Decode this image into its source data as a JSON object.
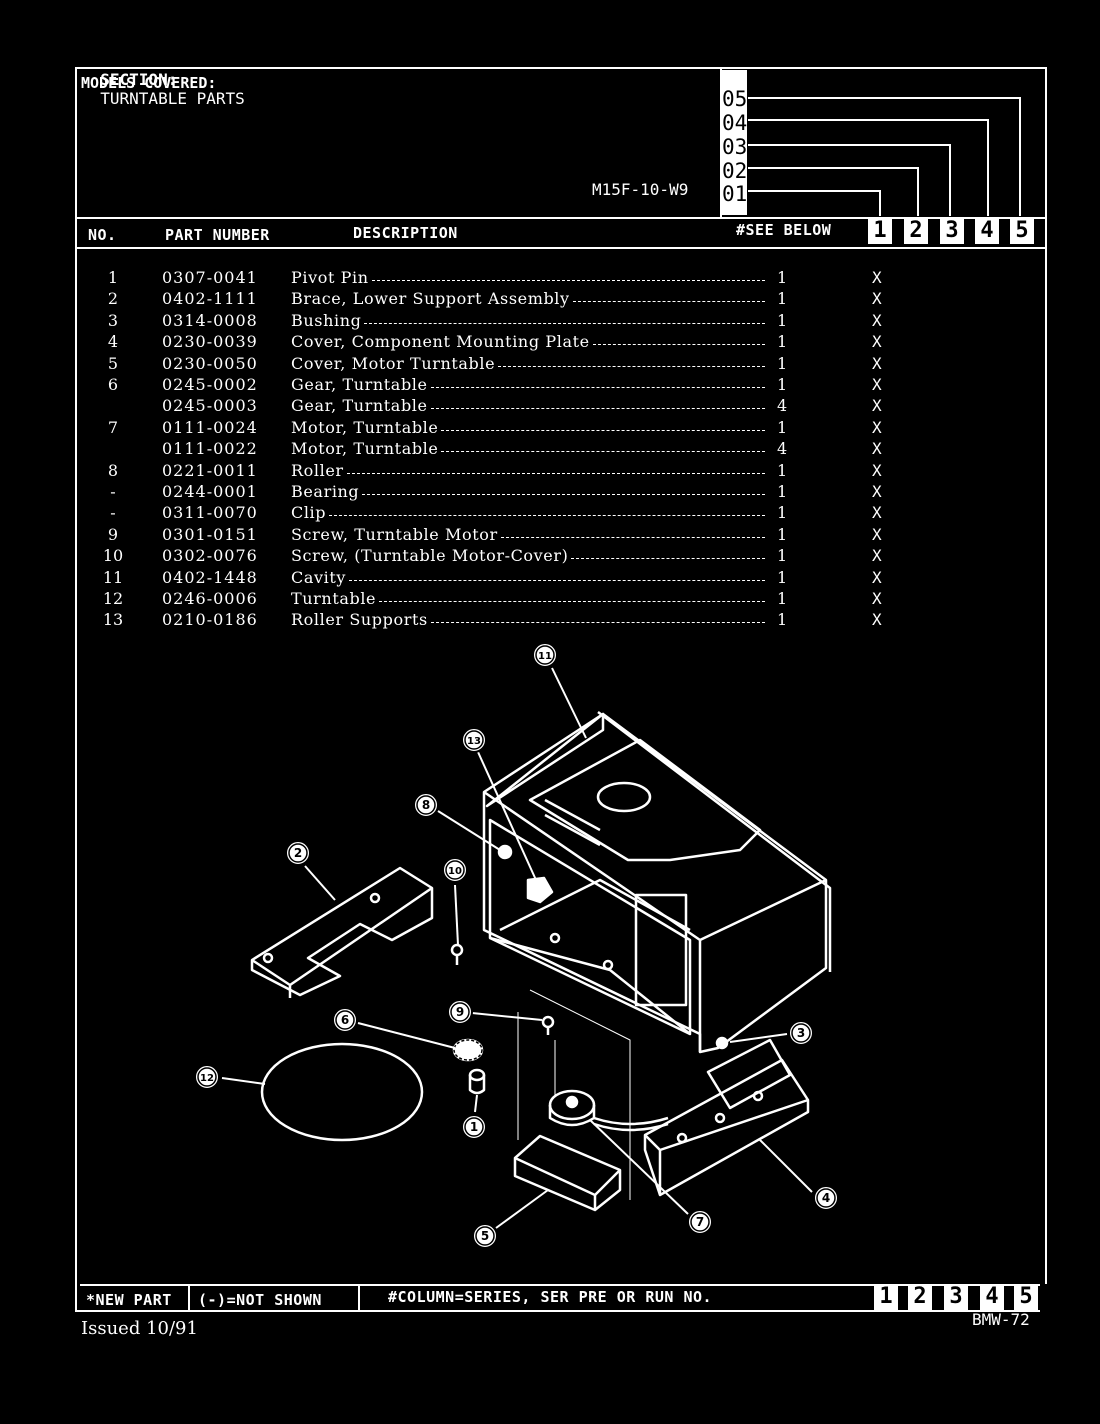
{
  "header": {
    "section_label": "SECTION:",
    "section_name": "TURNTABLE PARTS",
    "models_covered_label": "MODELS COVERED:",
    "model": "M15F-10-W9",
    "series_labels": [
      "05",
      "04",
      "03",
      "02",
      "01"
    ]
  },
  "columns": {
    "no": "NO.",
    "part_number": "PART NUMBER",
    "description": "DESCRIPTION",
    "see_below": "#SEE BELOW",
    "series": [
      "1",
      "2",
      "3",
      "4",
      "5"
    ]
  },
  "parts": [
    {
      "no": "1",
      "part_number": "0307-0041",
      "description": "Pivot Pin",
      "qty": "1",
      "mark": "X"
    },
    {
      "no": "2",
      "part_number": "0402-1111",
      "description": "Brace, Lower Support Assembly",
      "qty": "1",
      "mark": "X"
    },
    {
      "no": "3",
      "part_number": "0314-0008",
      "description": "Bushing",
      "qty": "1",
      "mark": "X"
    },
    {
      "no": "4",
      "part_number": "0230-0039",
      "description": "Cover, Component Mounting Plate",
      "qty": "1",
      "mark": "X"
    },
    {
      "no": "5",
      "part_number": "0230-0050",
      "description": "Cover, Motor Turntable",
      "qty": "1",
      "mark": "X"
    },
    {
      "no": "6",
      "part_number": "0245-0002",
      "description": "Gear, Turntable",
      "qty": "1",
      "mark": "X"
    },
    {
      "no": "",
      "part_number": "0245-0003",
      "description": "Gear, Turntable",
      "qty": "4",
      "mark": "X"
    },
    {
      "no": "7",
      "part_number": "0111-0024",
      "description": "Motor, Turntable",
      "qty": "1",
      "mark": "X"
    },
    {
      "no": "",
      "part_number": "0111-0022",
      "description": "Motor, Turntable",
      "qty": "4",
      "mark": "X"
    },
    {
      "no": "8",
      "part_number": "0221-0011",
      "description": "Roller",
      "qty": "1",
      "mark": "X"
    },
    {
      "no": "-",
      "part_number": "0244-0001",
      "description": "Bearing",
      "qty": "1",
      "mark": "X"
    },
    {
      "no": "-",
      "part_number": "0311-0070",
      "description": "Clip",
      "qty": "1",
      "mark": "X"
    },
    {
      "no": "9",
      "part_number": "0301-0151",
      "description": "Screw, Turntable Motor",
      "qty": "1",
      "mark": "X"
    },
    {
      "no": "10",
      "part_number": "0302-0076",
      "description": "Screw, (Turntable Motor-Cover)",
      "qty": "1",
      "mark": "X"
    },
    {
      "no": "11",
      "part_number": "0402-1448",
      "description": "Cavity",
      "qty": "1",
      "mark": "X"
    },
    {
      "no": "12",
      "part_number": "0246-0006",
      "description": "Turntable",
      "qty": "1",
      "mark": "X"
    },
    {
      "no": "13",
      "part_number": "0210-0186",
      "description": "Roller Supports",
      "qty": "1",
      "mark": "X"
    }
  ],
  "diagram": {
    "callouts": [
      "11",
      "13",
      "8",
      "2",
      "10",
      "6",
      "9",
      "3",
      "12",
      "1",
      "4",
      "5",
      "7"
    ]
  },
  "footer": {
    "new_part": "*NEW PART",
    "not_shown": "(-)=NOT SHOWN",
    "column_note": "#COLUMN=SERIES, SER PRE OR RUN NO.",
    "series": [
      "1",
      "2",
      "3",
      "4",
      "5"
    ],
    "issued": "Issued 10/91",
    "doc_code": "BMW-72"
  }
}
